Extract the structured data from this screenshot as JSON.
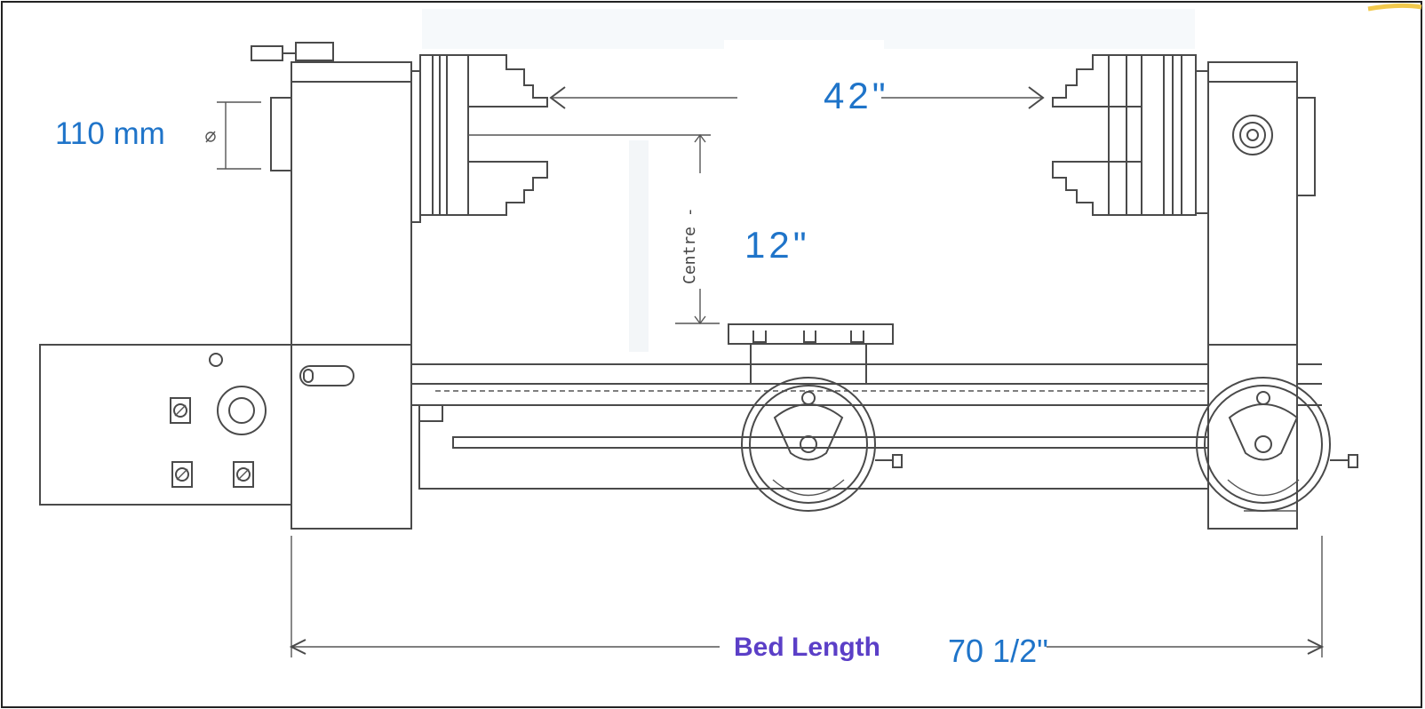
{
  "labels": {
    "spindle_dia": "110 mm",
    "between_centres": "42\"",
    "centre_height": "12\"",
    "centre_word": "Centre -",
    "bed_length_label": "Bed Length",
    "bed_length_value": "70 1/2\""
  },
  "colors": {
    "dimension_text": "#1f74c9",
    "bed_label": "#5b3fc7",
    "drawing_lines": "#4a4a4a",
    "border": "#222222",
    "corner_accent": "#f2c94c"
  }
}
